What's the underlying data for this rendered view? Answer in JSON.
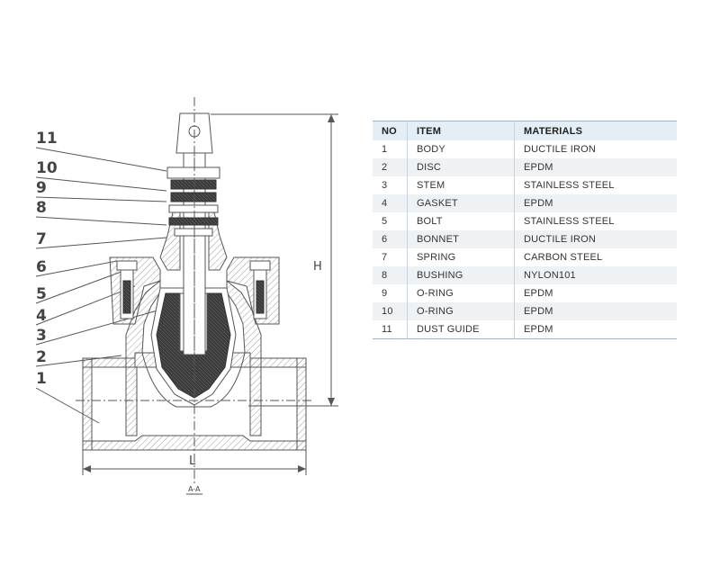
{
  "drawing": {
    "callouts": [
      "11",
      "10",
      "9",
      "8",
      "7",
      "6",
      "5",
      "4",
      "3",
      "2",
      "1"
    ],
    "dimension_height_label": "H",
    "dimension_length_label": "L",
    "section_label": "A-A"
  },
  "table": {
    "headers": {
      "no": "NO",
      "item": "ITEM",
      "materials": "MATERIALS"
    },
    "rows": [
      {
        "no": "1",
        "item": "BODY",
        "material": "DUCTILE IRON"
      },
      {
        "no": "2",
        "item": "DISC",
        "material": "EPDM"
      },
      {
        "no": "3",
        "item": "STEM",
        "material": "STAINLESS STEEL"
      },
      {
        "no": "4",
        "item": "GASKET",
        "material": "EPDM"
      },
      {
        "no": "5",
        "item": "BOLT",
        "material": "STAINLESS STEEL"
      },
      {
        "no": "6",
        "item": "BONNET",
        "material": "DUCTILE IRON"
      },
      {
        "no": "7",
        "item": "SPRING",
        "material": "CARBON STEEL"
      },
      {
        "no": "8",
        "item": "BUSHING",
        "material": "NYLON101"
      },
      {
        "no": "9",
        "item": "O-RING",
        "material": "EPDM"
      },
      {
        "no": "10",
        "item": "O-RING",
        "material": "EPDM"
      },
      {
        "no": "11",
        "item": "DUST GUIDE",
        "material": "EPDM"
      }
    ]
  }
}
